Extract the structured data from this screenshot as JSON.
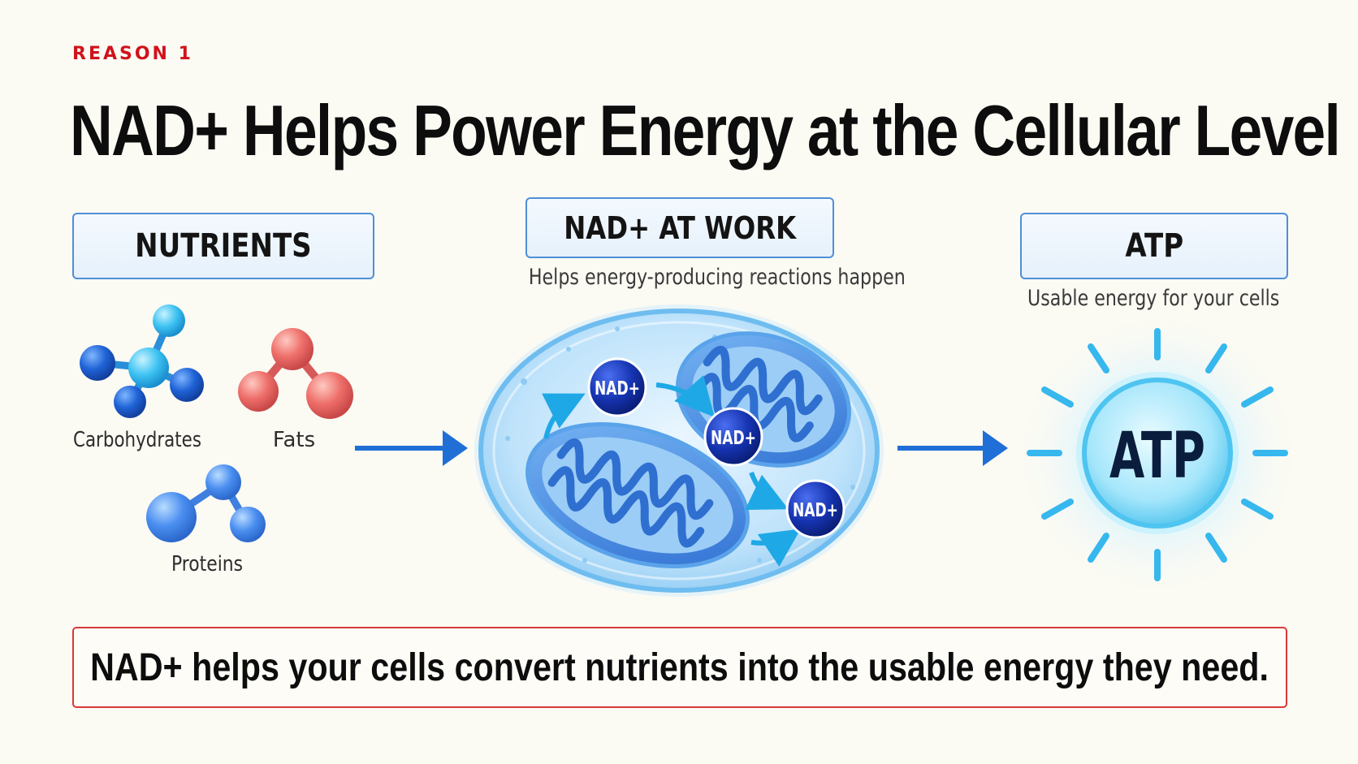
{
  "kicker": "REASON 1",
  "headline": "NAD+ Helps Power Energy at the Cellular Level",
  "columns": {
    "nutrients": {
      "label": "NUTRIENTS",
      "items": [
        "Carbohydrates",
        "Fats",
        "Proteins"
      ]
    },
    "nad_at_work": {
      "label": "NAD+ AT WORK",
      "caption": "Helps energy-producing reactions happen",
      "molecule_label": "NAD+"
    },
    "atp": {
      "label": "ATP",
      "caption": "Usable energy  for your cells",
      "molecule_label": "ATP"
    }
  },
  "summary": "NAD+ helps your cells convert nutrients into the usable energy they need.",
  "colors": {
    "accent_red": "#d0121b",
    "box_border_blue": "#4f8fd8",
    "arrow_blue": "#1f6fd6",
    "nad_navy": "#0d2a8a",
    "summary_border_red": "#d63a3a"
  }
}
